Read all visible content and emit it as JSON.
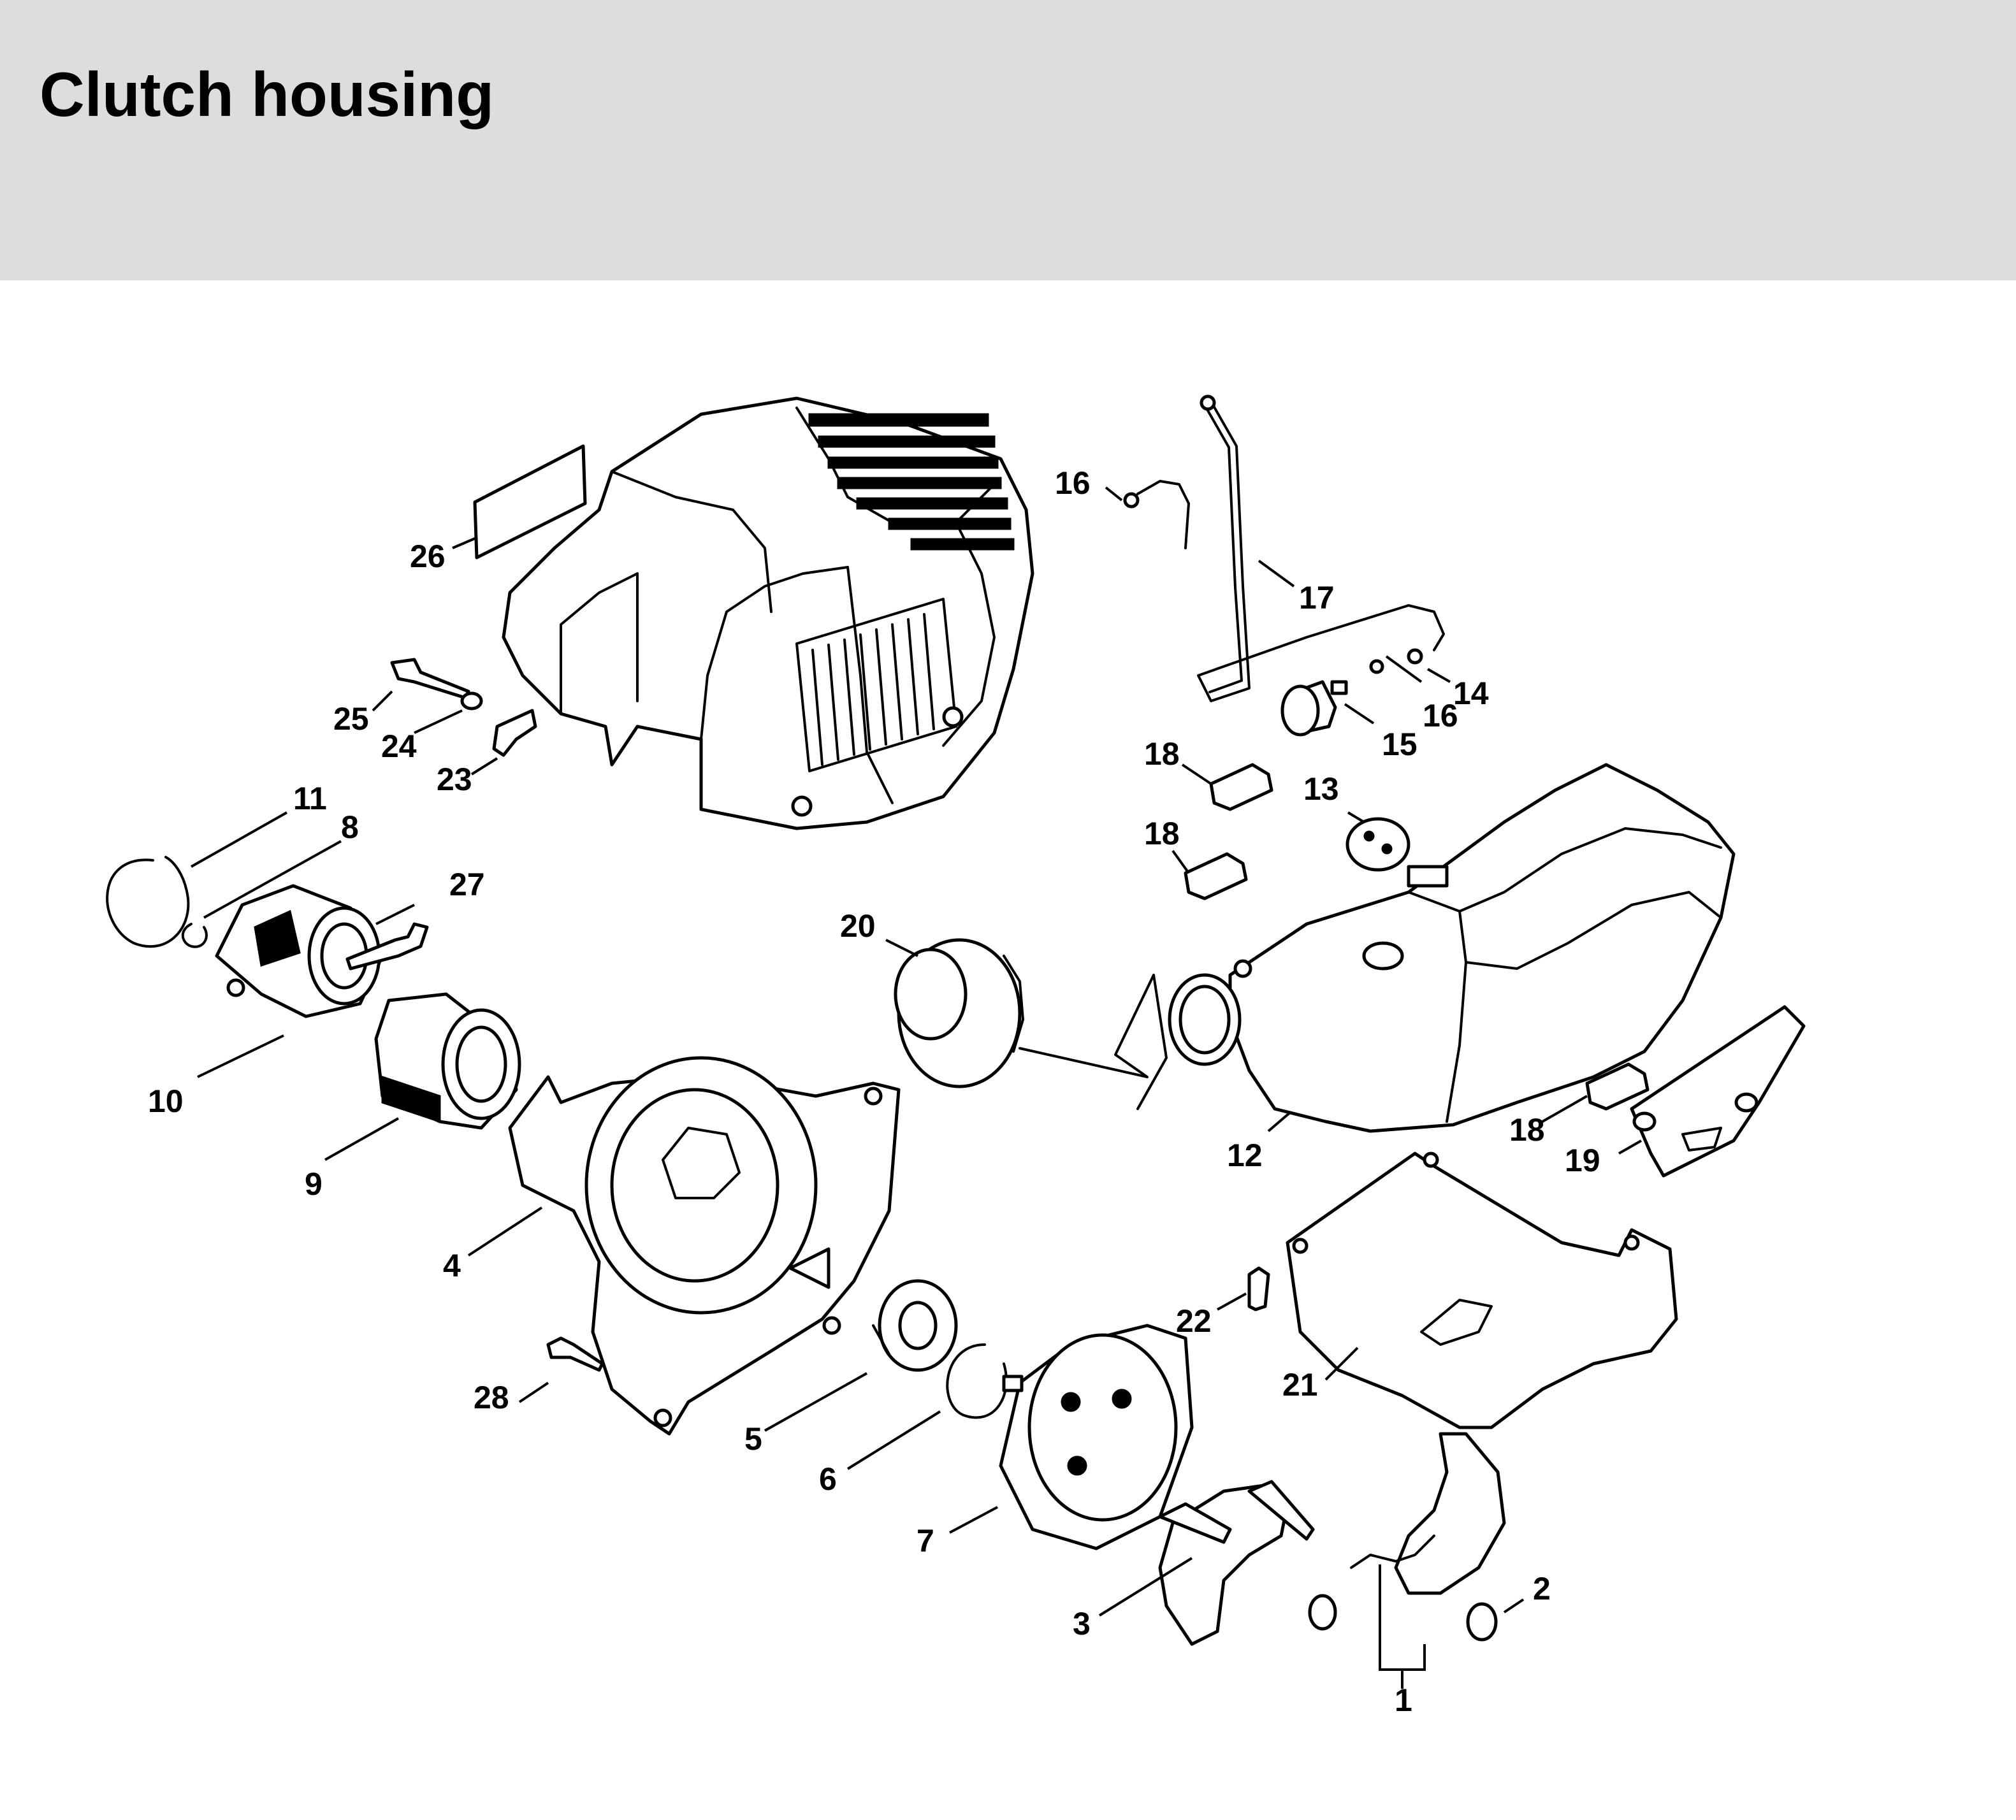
{
  "header": {
    "title": "Clutch housing"
  },
  "diagram": {
    "callouts": {
      "c1": "1",
      "c2": "2",
      "c3": "3",
      "c4": "4",
      "c5": "5",
      "c6": "6",
      "c7": "7",
      "c8": "8",
      "c9": "9",
      "c10": "10",
      "c11": "11",
      "c12": "12",
      "c13": "13",
      "c14": "14",
      "c15": "15",
      "c16a": "16",
      "c16b": "16",
      "c17": "17",
      "c18a": "18",
      "c18b": "18",
      "c18c": "18",
      "c19": "19",
      "c20": "20",
      "c21": "21",
      "c22": "22",
      "c23": "23",
      "c24": "24",
      "c25": "25",
      "c26": "26",
      "c27": "27",
      "c28": "28"
    }
  }
}
